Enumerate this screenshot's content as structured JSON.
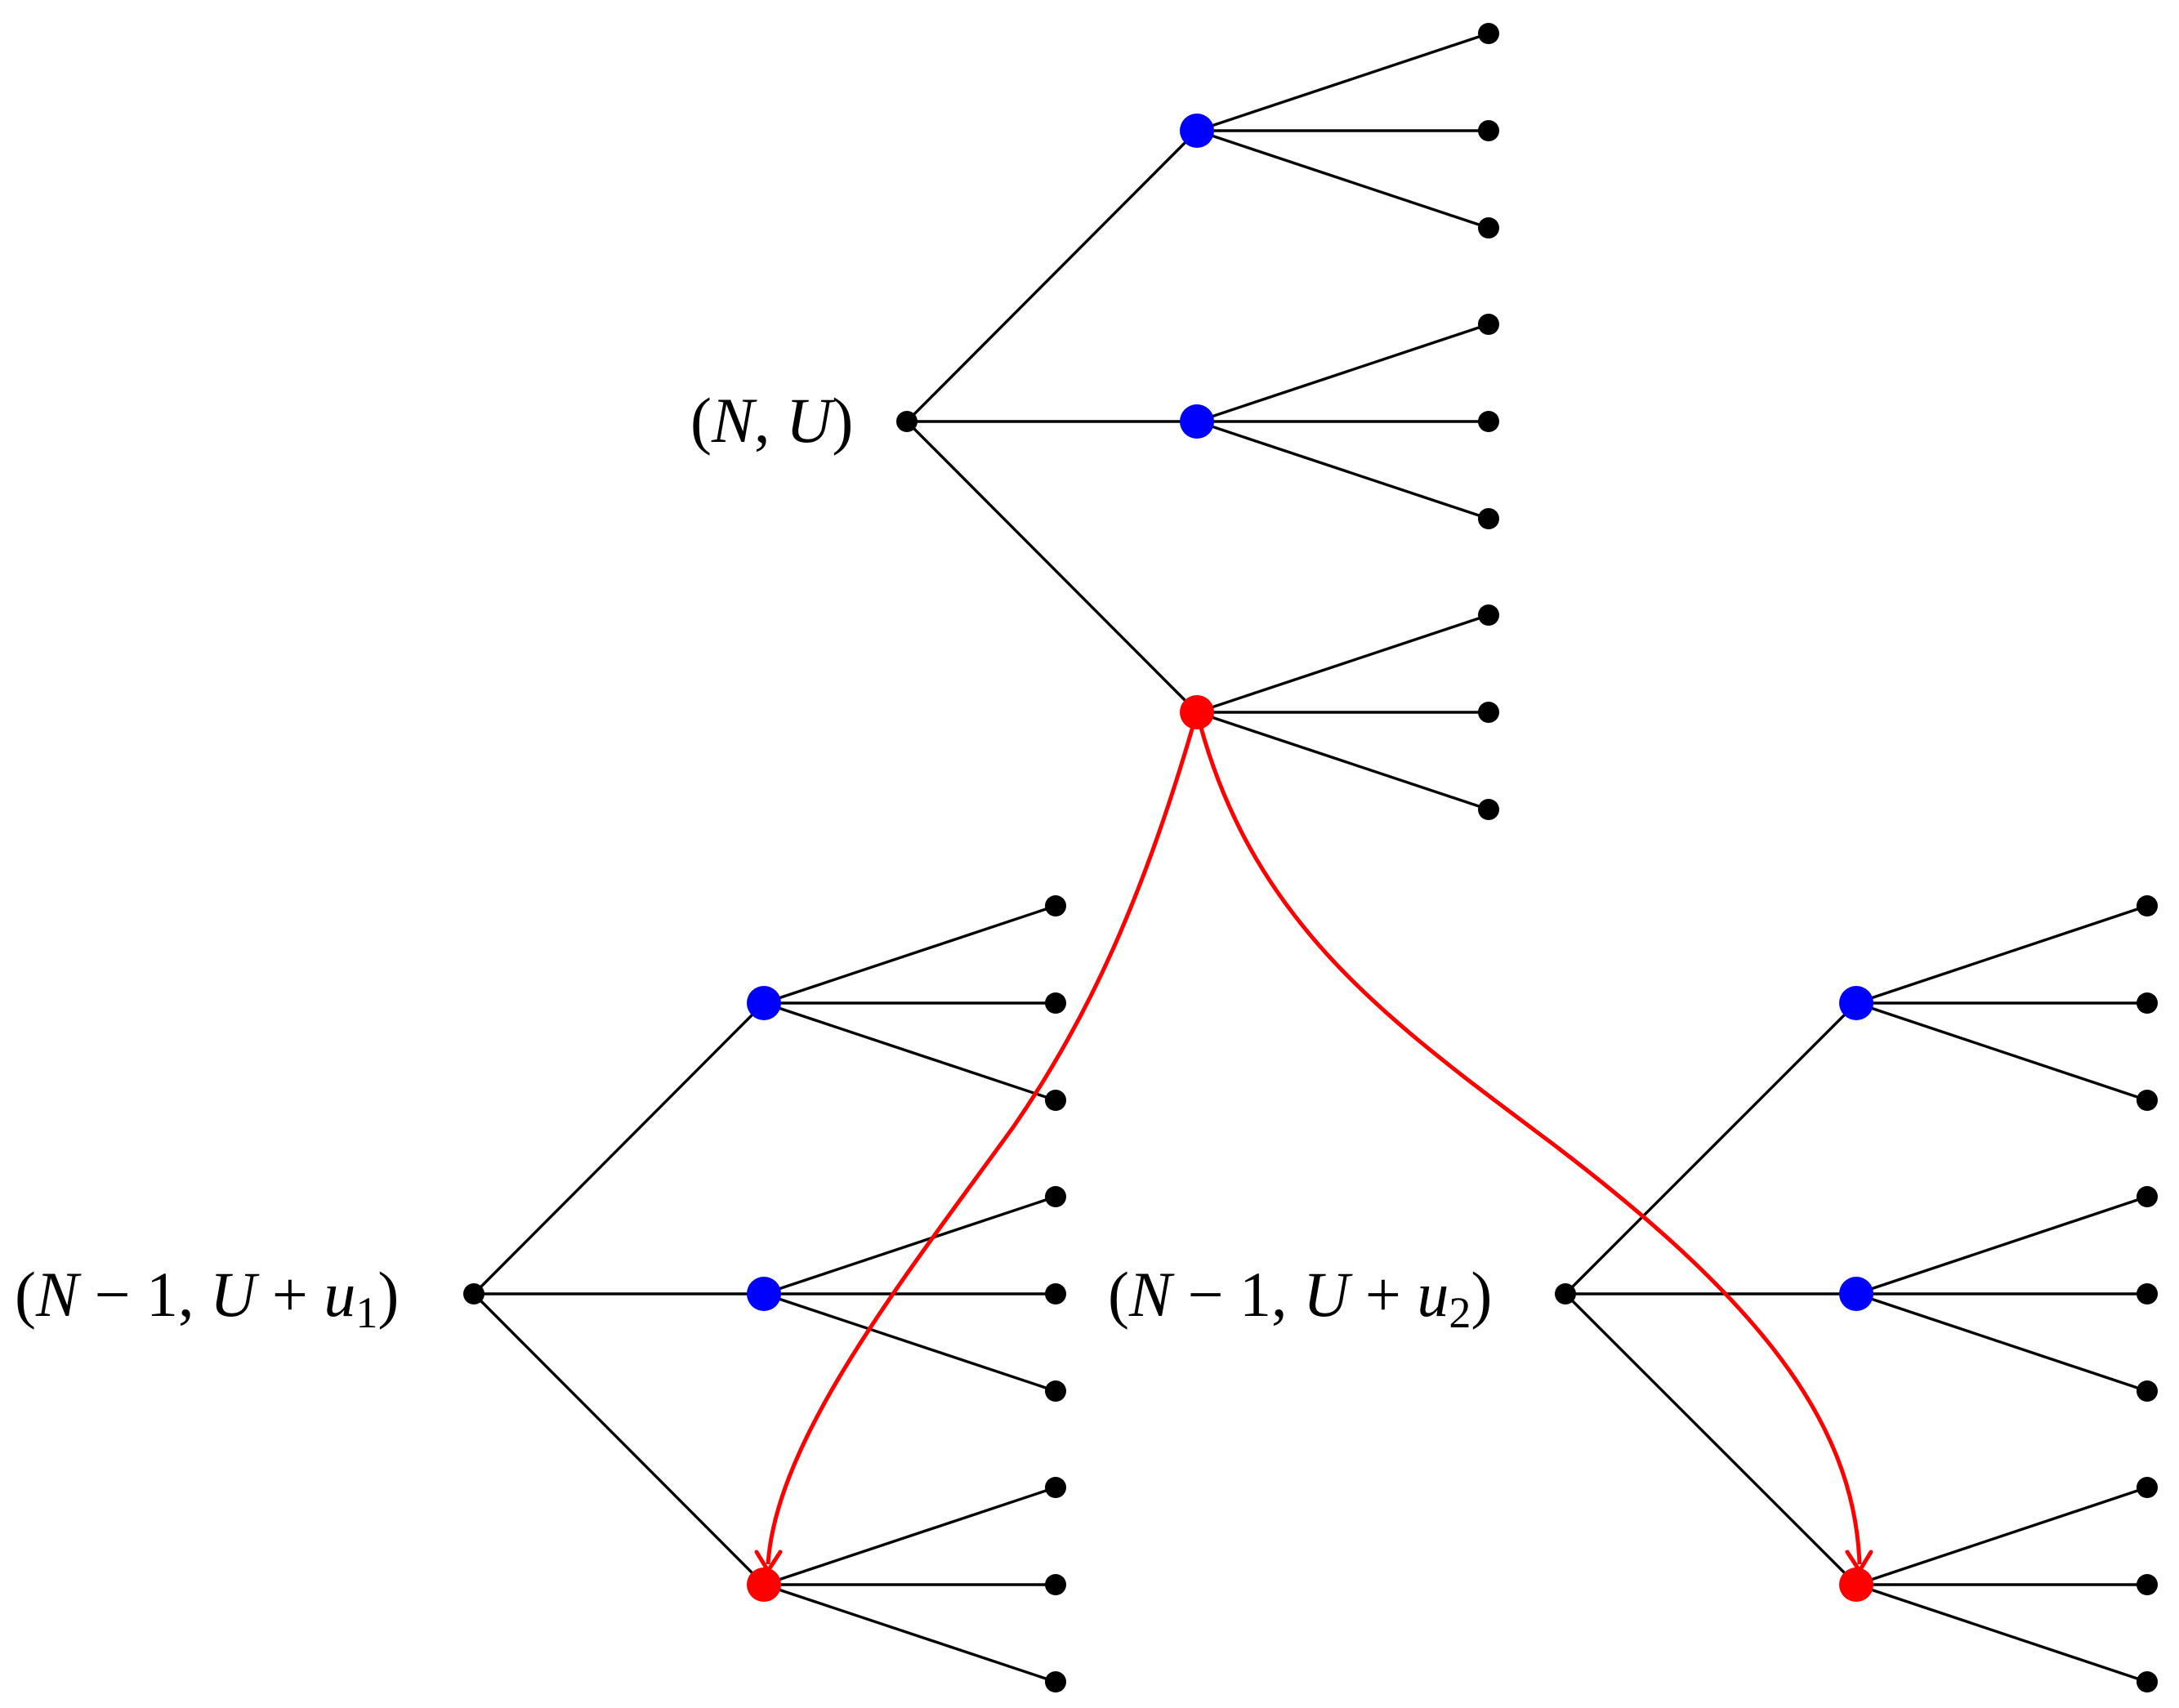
{
  "colors": {
    "edge": "#000000",
    "leaf_node": "#000000",
    "root_node": "#000000",
    "child_node": "#0000ff",
    "selected_node": "#ff0000",
    "arrow": "#ff0000"
  },
  "trees": [
    {
      "id": "top",
      "label": {
        "open": "(",
        "script": "N",
        "sep": ", ",
        "var": "U",
        "rest": "",
        "sub": "",
        "close": ")"
      },
      "children": [
        "blue",
        "blue",
        "red"
      ]
    },
    {
      "id": "bottom-left",
      "label": {
        "open": "(",
        "script": "N",
        "sep": " − 1, ",
        "var": "U",
        "rest": " + ",
        "restvar": "u",
        "sub": "1",
        "close": ")"
      },
      "children": [
        "blue",
        "blue",
        "red"
      ]
    },
    {
      "id": "bottom-right",
      "label": {
        "open": "(",
        "script": "N",
        "sep": " − 1, ",
        "var": "U",
        "rest": " + ",
        "restvar": "u",
        "sub": "2",
        "close": ")"
      },
      "children": [
        "blue",
        "blue",
        "red"
      ]
    }
  ],
  "arrows": [
    {
      "from": "top.child3",
      "to": "bottom-left.child3"
    },
    {
      "from": "top.child3",
      "to": "bottom-right.child3"
    }
  ]
}
